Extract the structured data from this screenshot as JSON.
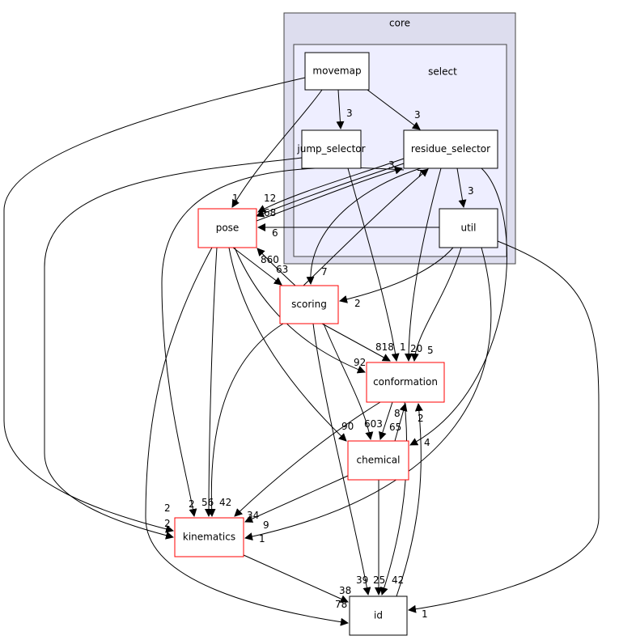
{
  "clusters": {
    "core": {
      "label": "core",
      "fill": "#ddddee"
    },
    "select": {
      "label": "select",
      "fill": "#eeeeff"
    }
  },
  "nodes": {
    "movemap": {
      "label": "movemap",
      "border": "#000000"
    },
    "jump_selector": {
      "label": "jump_selector",
      "border": "#000000"
    },
    "residue_selector": {
      "label": "residue_selector",
      "border": "#000000"
    },
    "util": {
      "label": "util",
      "border": "#000000"
    },
    "pose": {
      "label": "pose",
      "border": "#ff0000"
    },
    "scoring": {
      "label": "scoring",
      "border": "#ff0000"
    },
    "conformation": {
      "label": "conformation",
      "border": "#ff0000"
    },
    "chemical": {
      "label": "chemical",
      "border": "#ff0000"
    },
    "kinematics": {
      "label": "kinematics",
      "border": "#ff0000"
    },
    "id": {
      "label": "id",
      "border": "#000000"
    }
  },
  "edges": [
    {
      "from": "movemap",
      "to": "pose",
      "label": "1"
    },
    {
      "from": "movemap",
      "to": "jump_selector",
      "label": "3"
    },
    {
      "from": "movemap",
      "to": "residue_selector",
      "label": "3"
    },
    {
      "from": "movemap",
      "to": "kinematics",
      "label": "2"
    },
    {
      "from": "jump_selector",
      "to": "kinematics",
      "label": "2"
    },
    {
      "from": "jump_selector",
      "to": "conformation",
      "label": "1"
    },
    {
      "from": "jump_selector",
      "to": "pose",
      "label": "12"
    },
    {
      "from": "residue_selector",
      "to": "pose",
      "label": "68"
    },
    {
      "from": "pose",
      "to": "residue_selector",
      "label": "3"
    },
    {
      "from": "residue_selector",
      "to": "util",
      "label": "3"
    },
    {
      "from": "util",
      "to": "pose",
      "label": "6"
    },
    {
      "from": "scoring",
      "to": "residue_selector",
      "label": "7"
    },
    {
      "from": "residue_selector",
      "to": "scoring",
      "label": "7"
    },
    {
      "from": "pose",
      "to": "scoring",
      "label": "63"
    },
    {
      "from": "scoring",
      "to": "pose",
      "label": "860"
    },
    {
      "from": "util",
      "to": "scoring",
      "label": "2"
    },
    {
      "from": "scoring",
      "to": "conformation",
      "label": "818"
    },
    {
      "from": "pose",
      "to": "conformation",
      "label": "92"
    },
    {
      "from": "residue_selector",
      "to": "conformation",
      "label": "20"
    },
    {
      "from": "util",
      "to": "conformation",
      "label": "5"
    },
    {
      "from": "residue_selector",
      "to": "chemical",
      "label": "4"
    },
    {
      "from": "util",
      "to": "kinematics",
      "label": "1"
    },
    {
      "from": "util",
      "to": "id",
      "label": "1"
    },
    {
      "from": "pose",
      "to": "chemical",
      "label": "90"
    },
    {
      "from": "scoring",
      "to": "chemical",
      "label": "603"
    },
    {
      "from": "conformation",
      "to": "chemical",
      "label": "65"
    },
    {
      "from": "chemical",
      "to": "conformation",
      "label": "8"
    },
    {
      "from": "conformation",
      "to": "kinematics",
      "label": "34"
    },
    {
      "from": "chemical",
      "to": "kinematics",
      "label": "9"
    },
    {
      "from": "pose",
      "to": "kinematics",
      "label": "56"
    },
    {
      "from": "scoring",
      "to": "kinematics",
      "label": "42"
    },
    {
      "from": "pose",
      "to": "id",
      "label": "78"
    },
    {
      "from": "kinematics",
      "to": "id",
      "label": "38"
    },
    {
      "from": "scoring",
      "to": "id",
      "label": "39"
    },
    {
      "from": "chemical",
      "to": "id",
      "label": "25"
    },
    {
      "from": "conformation",
      "to": "id",
      "label": "42"
    },
    {
      "from": "id",
      "to": "conformation",
      "label": "2"
    },
    {
      "from": "residue_selector",
      "to": "kinematics",
      "label": "2"
    }
  ]
}
